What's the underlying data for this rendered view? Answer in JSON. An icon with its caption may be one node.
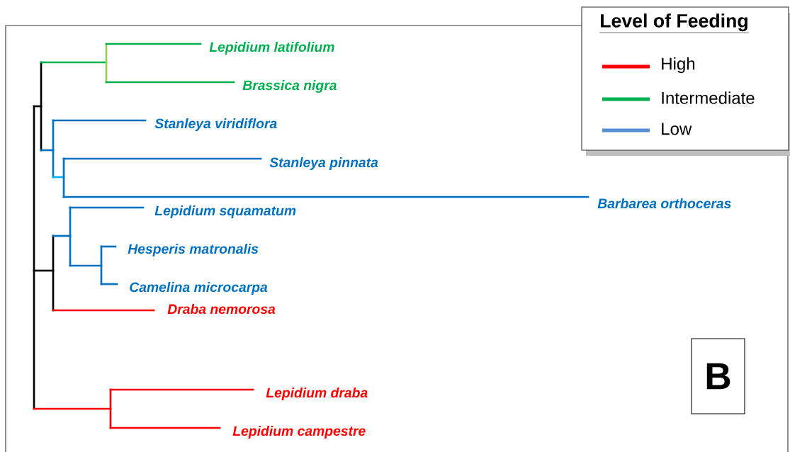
{
  "diagram": {
    "nodes": [
      {
        "text": [
          "B"
        ]
      }
    ],
    "labels": [
      "Level of Feeding",
      "Lepidium latifolium",
      "Brassica nigra",
      "Stanleya viridiflora",
      "Stanleya pinnata",
      "Barbarea orthoceras",
      "Lepidium squamatum",
      "Hesperis matronalis",
      "Camelina microcarpa",
      "Draba nemorosa",
      "Lepidium draba",
      "Lepidium campestre"
    ],
    "legend": [
      {
        "text": "High",
        "color": "#ff0000"
      },
      {
        "text": "Intermediate",
        "color": "#00b050"
      },
      {
        "text": "Low",
        "color": "#558ed5"
      }
    ]
  }
}
